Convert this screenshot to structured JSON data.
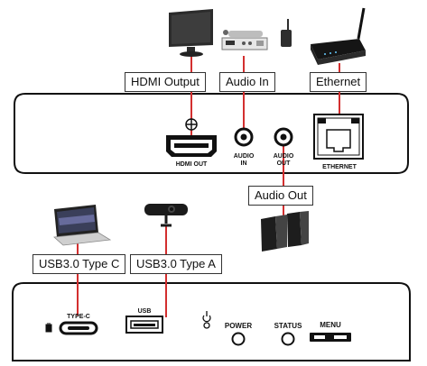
{
  "top_panel": {
    "callouts": {
      "hdmi_output": "HDMI Output",
      "audio_in": "Audio In",
      "ethernet": "Ethernet",
      "audio_out": "Audio Out"
    },
    "port_labels": {
      "hdmi_out": "HDMI OUT",
      "audio_in_1": "AUDIO",
      "audio_in_2": "IN",
      "audio_out_1": "AUDIO",
      "audio_out_2": "OUT",
      "ethernet": "ETHERNET"
    }
  },
  "bottom_panel": {
    "callouts": {
      "usb_type_c": "USB3.0 Type C",
      "usb_type_a": "USB3.0 Type A"
    },
    "port_labels": {
      "type_c": "TYPE-C",
      "usb": "USB"
    },
    "button_labels": {
      "power": "POWER",
      "status": "STATUS",
      "menu": "MENU"
    }
  },
  "colors": {
    "connector_line": "#d32f2f",
    "panel_outline": "#111111",
    "device_dark": "#222222"
  }
}
